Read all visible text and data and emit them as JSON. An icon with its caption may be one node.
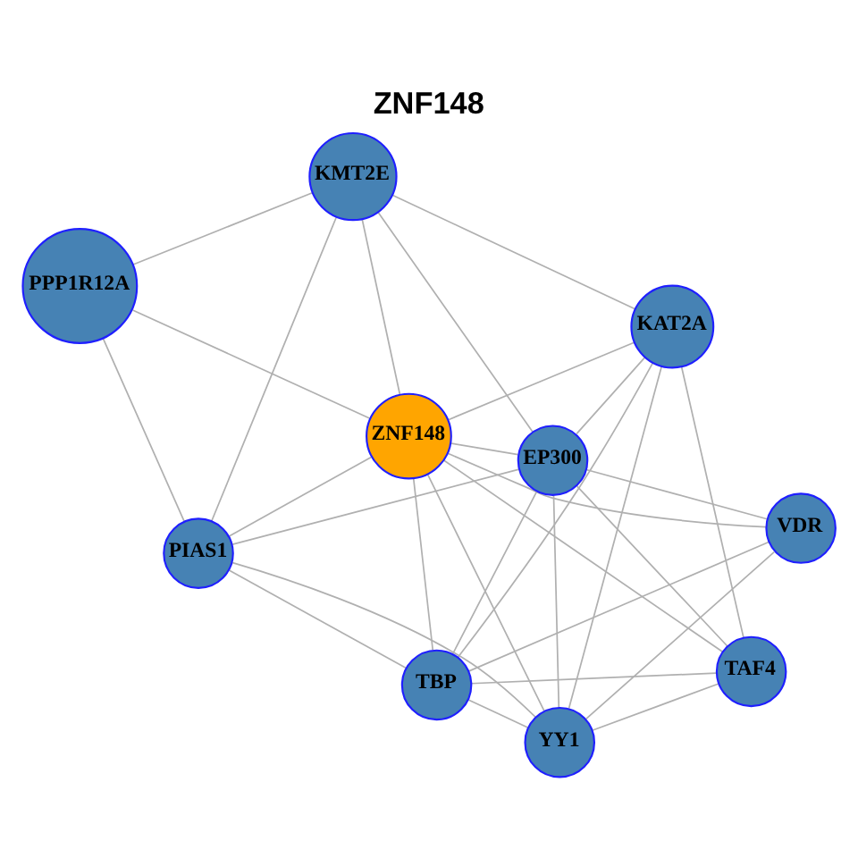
{
  "diagram": {
    "title": "ZNF148",
    "nodes": [
      {
        "text": [
          "PPP1R12A"
        ]
      },
      {
        "text": [
          "KMT2E"
        ]
      },
      {
        "text": [
          "PIAS1"
        ]
      },
      {
        "text": [
          "ZNF148"
        ]
      },
      {
        "text": [
          "KAT2A"
        ]
      },
      {
        "text": [
          "EP300"
        ]
      },
      {
        "text": [
          "TBP"
        ]
      },
      {
        "text": [
          "VDR"
        ]
      },
      {
        "text": [
          "YY1"
        ]
      },
      {
        "text": [
          "TAF4"
        ]
      }
    ],
    "edges": [
      {
        "from": 0,
        "to": 1,
        "arrow": "none"
      },
      {
        "from": 0,
        "to": 2,
        "arrow": "none"
      },
      {
        "from": 0,
        "to": 3,
        "arrow": "none"
      },
      {
        "from": 1,
        "to": 2,
        "arrow": "none"
      },
      {
        "from": 1,
        "to": 3,
        "arrow": "none"
      },
      {
        "from": 1,
        "to": 4,
        "arrow": "none"
      },
      {
        "from": 1,
        "to": 5,
        "arrow": "none"
      },
      {
        "from": 2,
        "to": 3,
        "arrow": "none"
      },
      {
        "from": 2,
        "to": 5,
        "arrow": "none"
      },
      {
        "from": 2,
        "to": 6,
        "arrow": "none"
      },
      {
        "from": 2,
        "to": 8,
        "arrow": "none"
      },
      {
        "from": 3,
        "to": 4,
        "arrow": "none"
      },
      {
        "from": 3,
        "to": 5,
        "arrow": "none"
      },
      {
        "from": 3,
        "to": 6,
        "arrow": "none"
      },
      {
        "from": 3,
        "to": 7,
        "arrow": "none"
      },
      {
        "from": 3,
        "to": 8,
        "arrow": "none"
      },
      {
        "from": 3,
        "to": 9,
        "arrow": "none"
      },
      {
        "from": 4,
        "to": 5,
        "arrow": "none"
      },
      {
        "from": 4,
        "to": 6,
        "arrow": "none"
      },
      {
        "from": 4,
        "to": 8,
        "arrow": "none"
      },
      {
        "from": 4,
        "to": 9,
        "arrow": "none"
      },
      {
        "from": 5,
        "to": 6,
        "arrow": "none"
      },
      {
        "from": 5,
        "to": 7,
        "arrow": "none"
      },
      {
        "from": 5,
        "to": 8,
        "arrow": "none"
      },
      {
        "from": 5,
        "to": 9,
        "arrow": "none"
      },
      {
        "from": 6,
        "to": 7,
        "arrow": "none"
      },
      {
        "from": 6,
        "to": 8,
        "arrow": "none"
      },
      {
        "from": 6,
        "to": 9,
        "arrow": "none"
      },
      {
        "from": 7,
        "to": 8,
        "arrow": "none"
      },
      {
        "from": 8,
        "to": 9,
        "arrow": "none"
      }
    ]
  }
}
